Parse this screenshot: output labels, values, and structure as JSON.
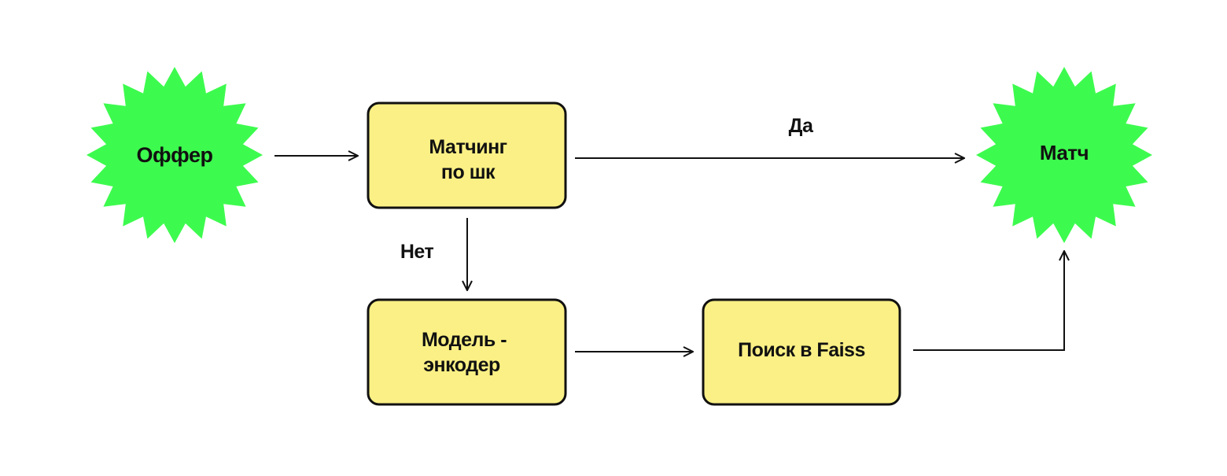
{
  "colors": {
    "burst_fill": "#3dfb4e",
    "box_fill": "#fbf085",
    "stroke": "#111111",
    "background": "#ffffff"
  },
  "nodes": {
    "offer": {
      "label": "Оффер",
      "shape": "starburst"
    },
    "barcode_matching": {
      "lines": [
        "Матчинг",
        "по шк"
      ],
      "shape": "rounded-box"
    },
    "model_encoder": {
      "lines": [
        "Модель -",
        "энкодер"
      ],
      "shape": "rounded-box"
    },
    "faiss_search": {
      "label": "Поиск в Faiss",
      "shape": "rounded-box"
    },
    "match": {
      "label": "Матч",
      "shape": "starburst"
    }
  },
  "edges": {
    "yes_label": "Да",
    "no_label": "Нет"
  }
}
